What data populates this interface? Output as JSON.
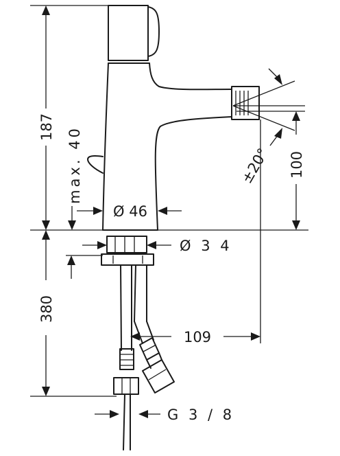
{
  "dimensions": {
    "overall_height": "187",
    "lever_travel": "max. 40",
    "body_diameter": "Ø 46",
    "mount_diameter": "Ø 3 4",
    "spout_swivel": "±20°",
    "spout_height": "100",
    "hose_length": "380",
    "spout_reach": "109",
    "connection_thread": "G 3 / 8"
  }
}
